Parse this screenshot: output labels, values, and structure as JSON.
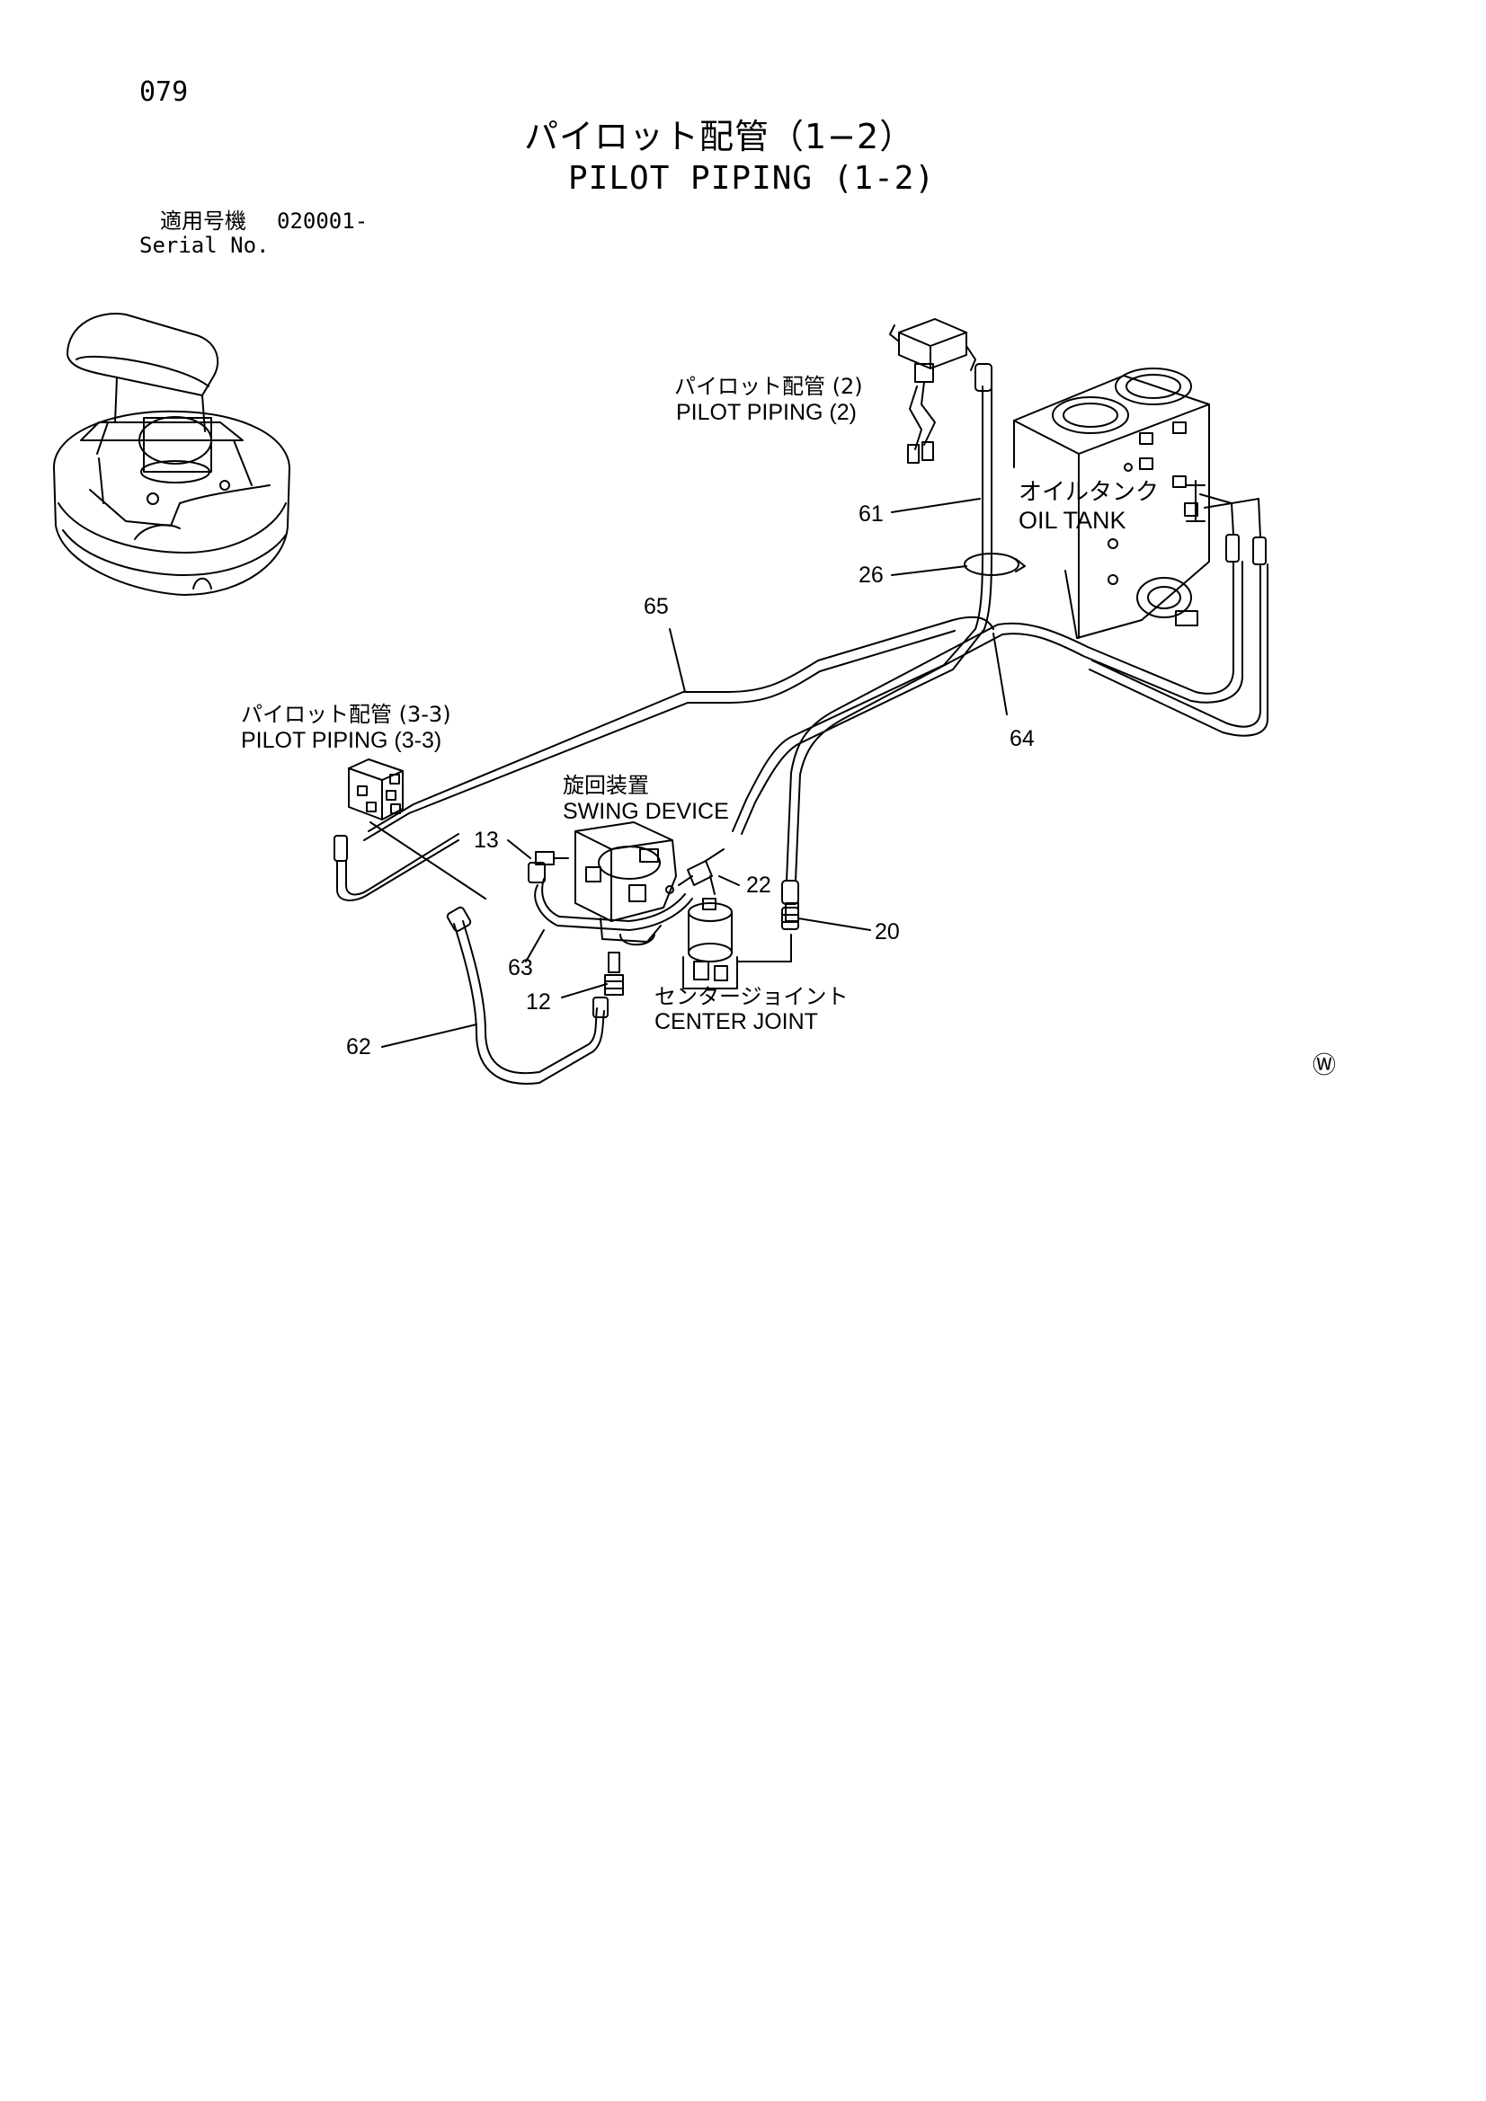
{
  "header": {
    "page_number": "079",
    "title_ja": "パイロット配管（1−2）",
    "title_en": "PILOT PIPING (1-2)",
    "serial_label_ja": "適用号機",
    "serial_value": "020001-",
    "serial_label_en": "Serial No."
  },
  "labels": {
    "pilot_piping_2_ja": "パイロット配管 (2)",
    "pilot_piping_2_en": "PILOT PIPING (2)",
    "oil_tank_ja": "オイルタンク",
    "oil_tank_en": "OIL TANK",
    "pilot_piping_33_ja": "パイロット配管 (3-3)",
    "pilot_piping_33_en": "PILOT PIPING (3-3)",
    "swing_device_ja": "旋回装置",
    "swing_device_en": "SWING DEVICE",
    "center_joint_ja": "センタージョイント",
    "center_joint_en": "CENTER JOINT"
  },
  "part_numbers": {
    "p61": "61",
    "p26": "26",
    "p65": "65",
    "p64": "64",
    "p13": "13",
    "p22": "22",
    "p20": "20",
    "p63": "63",
    "p12": "12",
    "p62": "62"
  },
  "footer": {
    "mark": "Ⓦ"
  }
}
